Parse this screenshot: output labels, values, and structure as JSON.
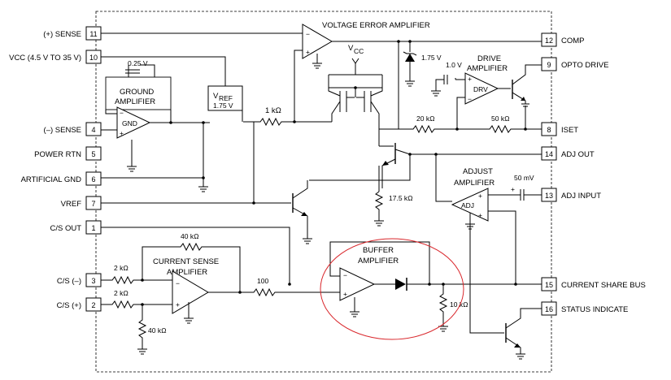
{
  "pins": {
    "p11": {
      "num": "11",
      "label": "(+) SENSE"
    },
    "p10": {
      "num": "10",
      "label": "VCC (4.5 V TO 35 V)"
    },
    "p4": {
      "num": "4",
      "label": "(–) SENSE"
    },
    "p5": {
      "num": "5",
      "label": "POWER RTN"
    },
    "p6": {
      "num": "6",
      "label": "ARTIFICIAL GND"
    },
    "p7": {
      "num": "7",
      "label": "VREF"
    },
    "p1": {
      "num": "1",
      "label": "C/S OUT"
    },
    "p3": {
      "num": "3",
      "label": "C/S (–)"
    },
    "p2": {
      "num": "2",
      "label": "C/S (+)"
    },
    "p12": {
      "num": "12",
      "label": "COMP"
    },
    "p9": {
      "num": "9",
      "label": "OPTO DRIVE"
    },
    "p8": {
      "num": "8",
      "label": "ISET"
    },
    "p14": {
      "num": "14",
      "label": "ADJ OUT"
    },
    "p13": {
      "num": "13",
      "label": "ADJ INPUT"
    },
    "p15": {
      "num": "15",
      "label": "CURRENT SHARE BUS"
    },
    "p16": {
      "num": "16",
      "label": "STATUS INDICATE"
    }
  },
  "blocks": {
    "voltage_error_amp": "VOLTAGE ERROR AMPLIFIER",
    "ground_amp_l1": "GROUND",
    "ground_amp_l2": "AMPLIFIER",
    "gnd": "GND",
    "vref_box_l1": "V",
    "vref_box_sub": "REF",
    "vref_box_l2": "1.75 V",
    "vcc": "V",
    "vcc_sub": "CC",
    "drive_amp_l1": "DRIVE",
    "drive_amp_l2": "AMPLIFIER",
    "drv": "DRV",
    "adjust_amp_l1": "ADJUST",
    "adjust_amp_l2": "AMPLIFIER",
    "adj": "ADJ",
    "current_sense_l1": "CURRENT SENSE",
    "current_sense_l2": "AMPLIFIER",
    "buffer_l1": "BUFFER",
    "buffer_l2": "AMPLIFIER"
  },
  "values": {
    "v025": "0.25 V",
    "r1k": "1 kΩ",
    "zener": "1.75 V",
    "v10": "1.0 V",
    "r20k": "20 kΩ",
    "r50k": "50 kΩ",
    "r175k": "17.5 kΩ",
    "mv50": "50 mV",
    "r40k_top": "40 kΩ",
    "r2k_a": "2 kΩ",
    "r2k_b": "2 kΩ",
    "r40k_bot": "40 kΩ",
    "r100": "100",
    "r10k": "10 kΩ"
  },
  "colors": {
    "highlight": "#d9262b",
    "line": "#000000"
  }
}
